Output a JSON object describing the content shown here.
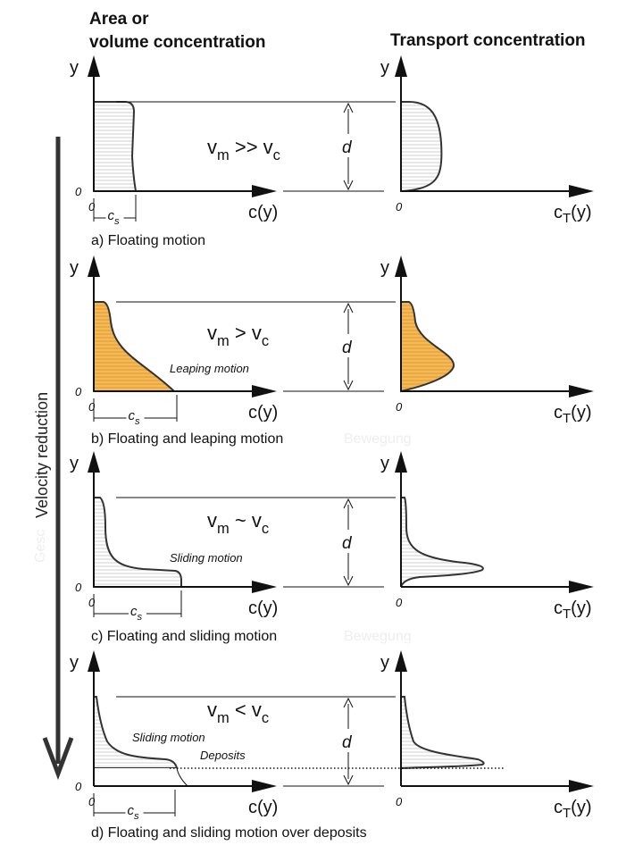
{
  "headers": {
    "left": [
      "Area or",
      "volume concentration"
    ],
    "right": "Transport concentration"
  },
  "axes": {
    "y": "y",
    "x_left": "c(y)",
    "x_right_main": "c",
    "x_right_sub": "T",
    "x_right_tail": "(y)",
    "zero": "0"
  },
  "labels": {
    "d": "d",
    "cs_main": "c",
    "cs_sub": "s"
  },
  "velocity": {
    "label": "Velocity reduction",
    "ghost": "Gesc"
  },
  "colors": {
    "orange_fill": "#f7b955",
    "hatch": "#cfcfcf",
    "arrow": "#333333"
  },
  "panels": [
    {
      "caption": "a) Floating motion",
      "ghost": "",
      "eq": {
        "lhs_main": "v",
        "lhs_sub": "m",
        "op": ">>",
        "rhs_main": "v",
        "rhs_sub": "c"
      },
      "annotations": []
    },
    {
      "caption": "b) Floating and leaping motion",
      "ghost": "Bewegung",
      "eq": {
        "lhs_main": "v",
        "lhs_sub": "m",
        "op": ">",
        "rhs_main": "v",
        "rhs_sub": "c"
      },
      "annotations": [
        "Leaping motion"
      ]
    },
    {
      "caption": "c) Floating and sliding motion",
      "ghost": "Bewegung",
      "eq": {
        "lhs_main": "v",
        "lhs_sub": "m",
        "op": "~",
        "rhs_main": "v",
        "rhs_sub": "c"
      },
      "annotations": [
        "Sliding motion"
      ]
    },
    {
      "caption": "d) Floating and sliding motion over deposits",
      "ghost": "",
      "eq": {
        "lhs_main": "v",
        "lhs_sub": "m",
        "op": "<",
        "rhs_main": "v",
        "rhs_sub": "c"
      },
      "annotations": [
        "Sliding motion",
        "Deposits"
      ]
    }
  ]
}
